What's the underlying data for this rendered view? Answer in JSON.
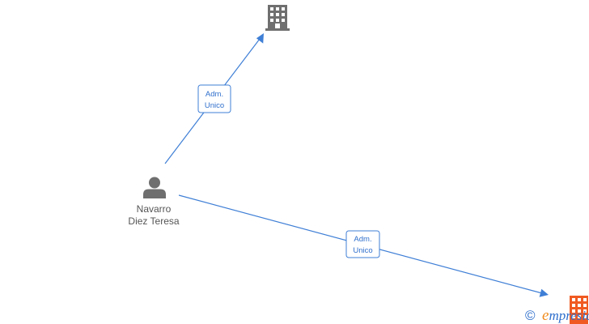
{
  "nodes": {
    "person": {
      "name_line1": "Navarro",
      "name_line2": "Diez Teresa",
      "icon": "person-icon"
    },
    "company_top": {
      "icon": "building-icon",
      "color": "#6f6f6f"
    },
    "company_bottom": {
      "icon": "building-icon",
      "color": "#f05a22"
    }
  },
  "edges": [
    {
      "label_line1": "Adm.",
      "label_line2": "Unico"
    },
    {
      "label_line1": "Adm.",
      "label_line2": "Unico"
    }
  ],
  "watermark": {
    "symbol": "©",
    "brand_initial": "e",
    "brand_rest": "mpresia"
  },
  "colors": {
    "edge": "#3f7fd6",
    "person": "#6f6f6f",
    "label_text": "#555555",
    "brand_blue": "#2f6fcc",
    "brand_orange": "#f08a1c"
  }
}
